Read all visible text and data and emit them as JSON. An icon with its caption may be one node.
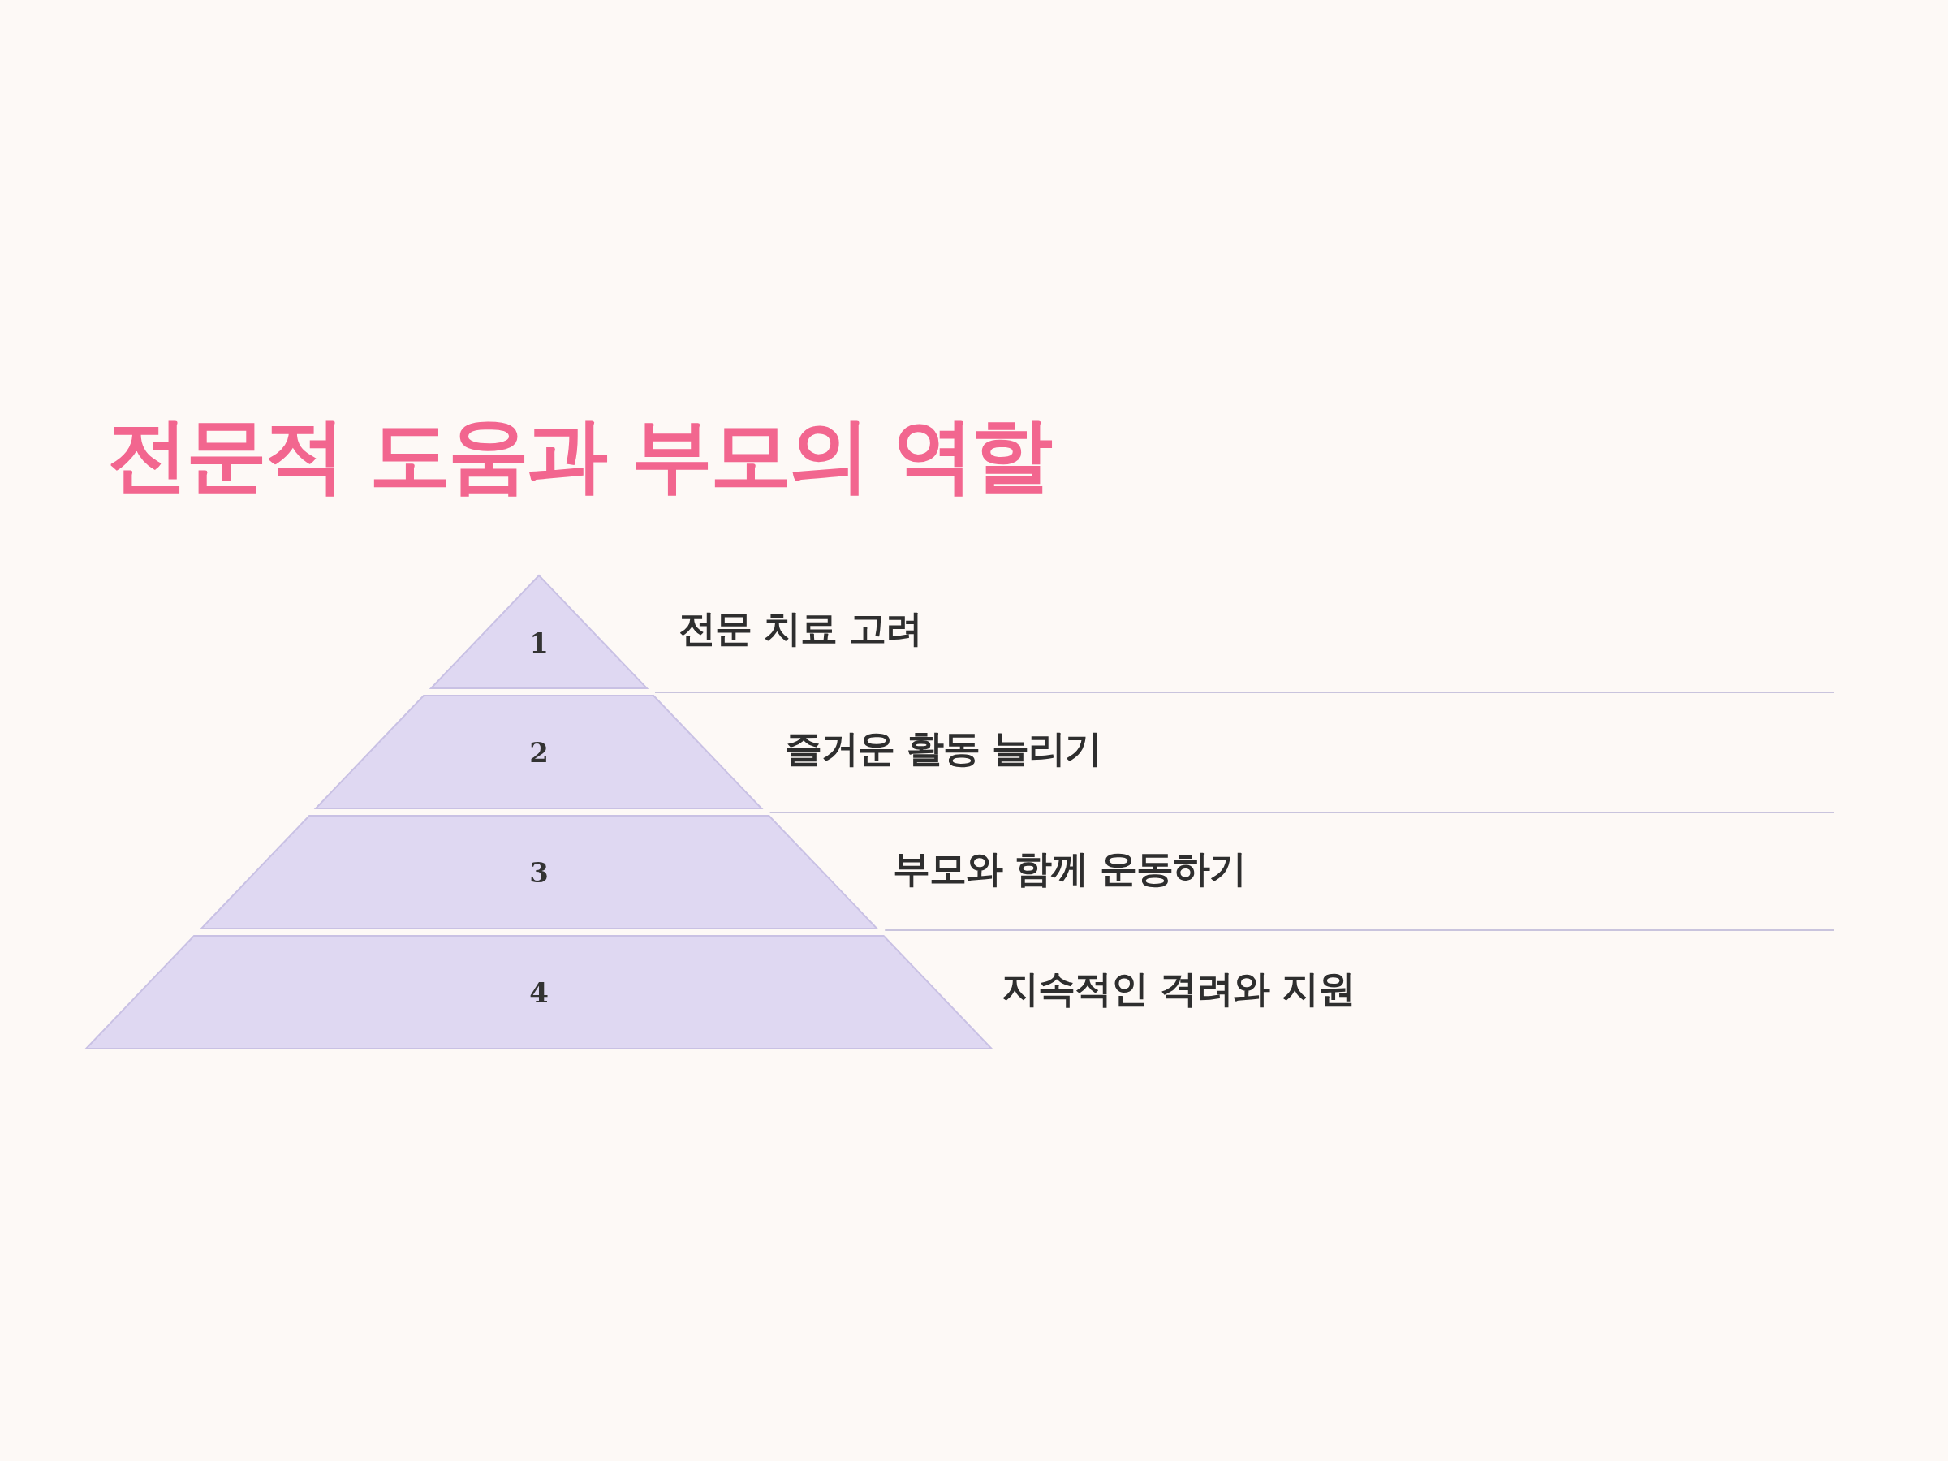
{
  "diagram": {
    "title": "전문적 도움과 부모의 역할",
    "nodes": [
      {
        "text": [
          "1"
        ],
        "beside": [
          "전문 치료 고려"
        ]
      },
      {
        "text": [
          "2"
        ],
        "beside": [
          "즐거운 활동 늘리기"
        ]
      },
      {
        "text": [
          "3"
        ],
        "beside": [
          "부모와 함께 운동하기"
        ]
      },
      {
        "text": [
          "4"
        ],
        "beside": [
          "지속적인 격려와 지원"
        ]
      }
    ]
  }
}
